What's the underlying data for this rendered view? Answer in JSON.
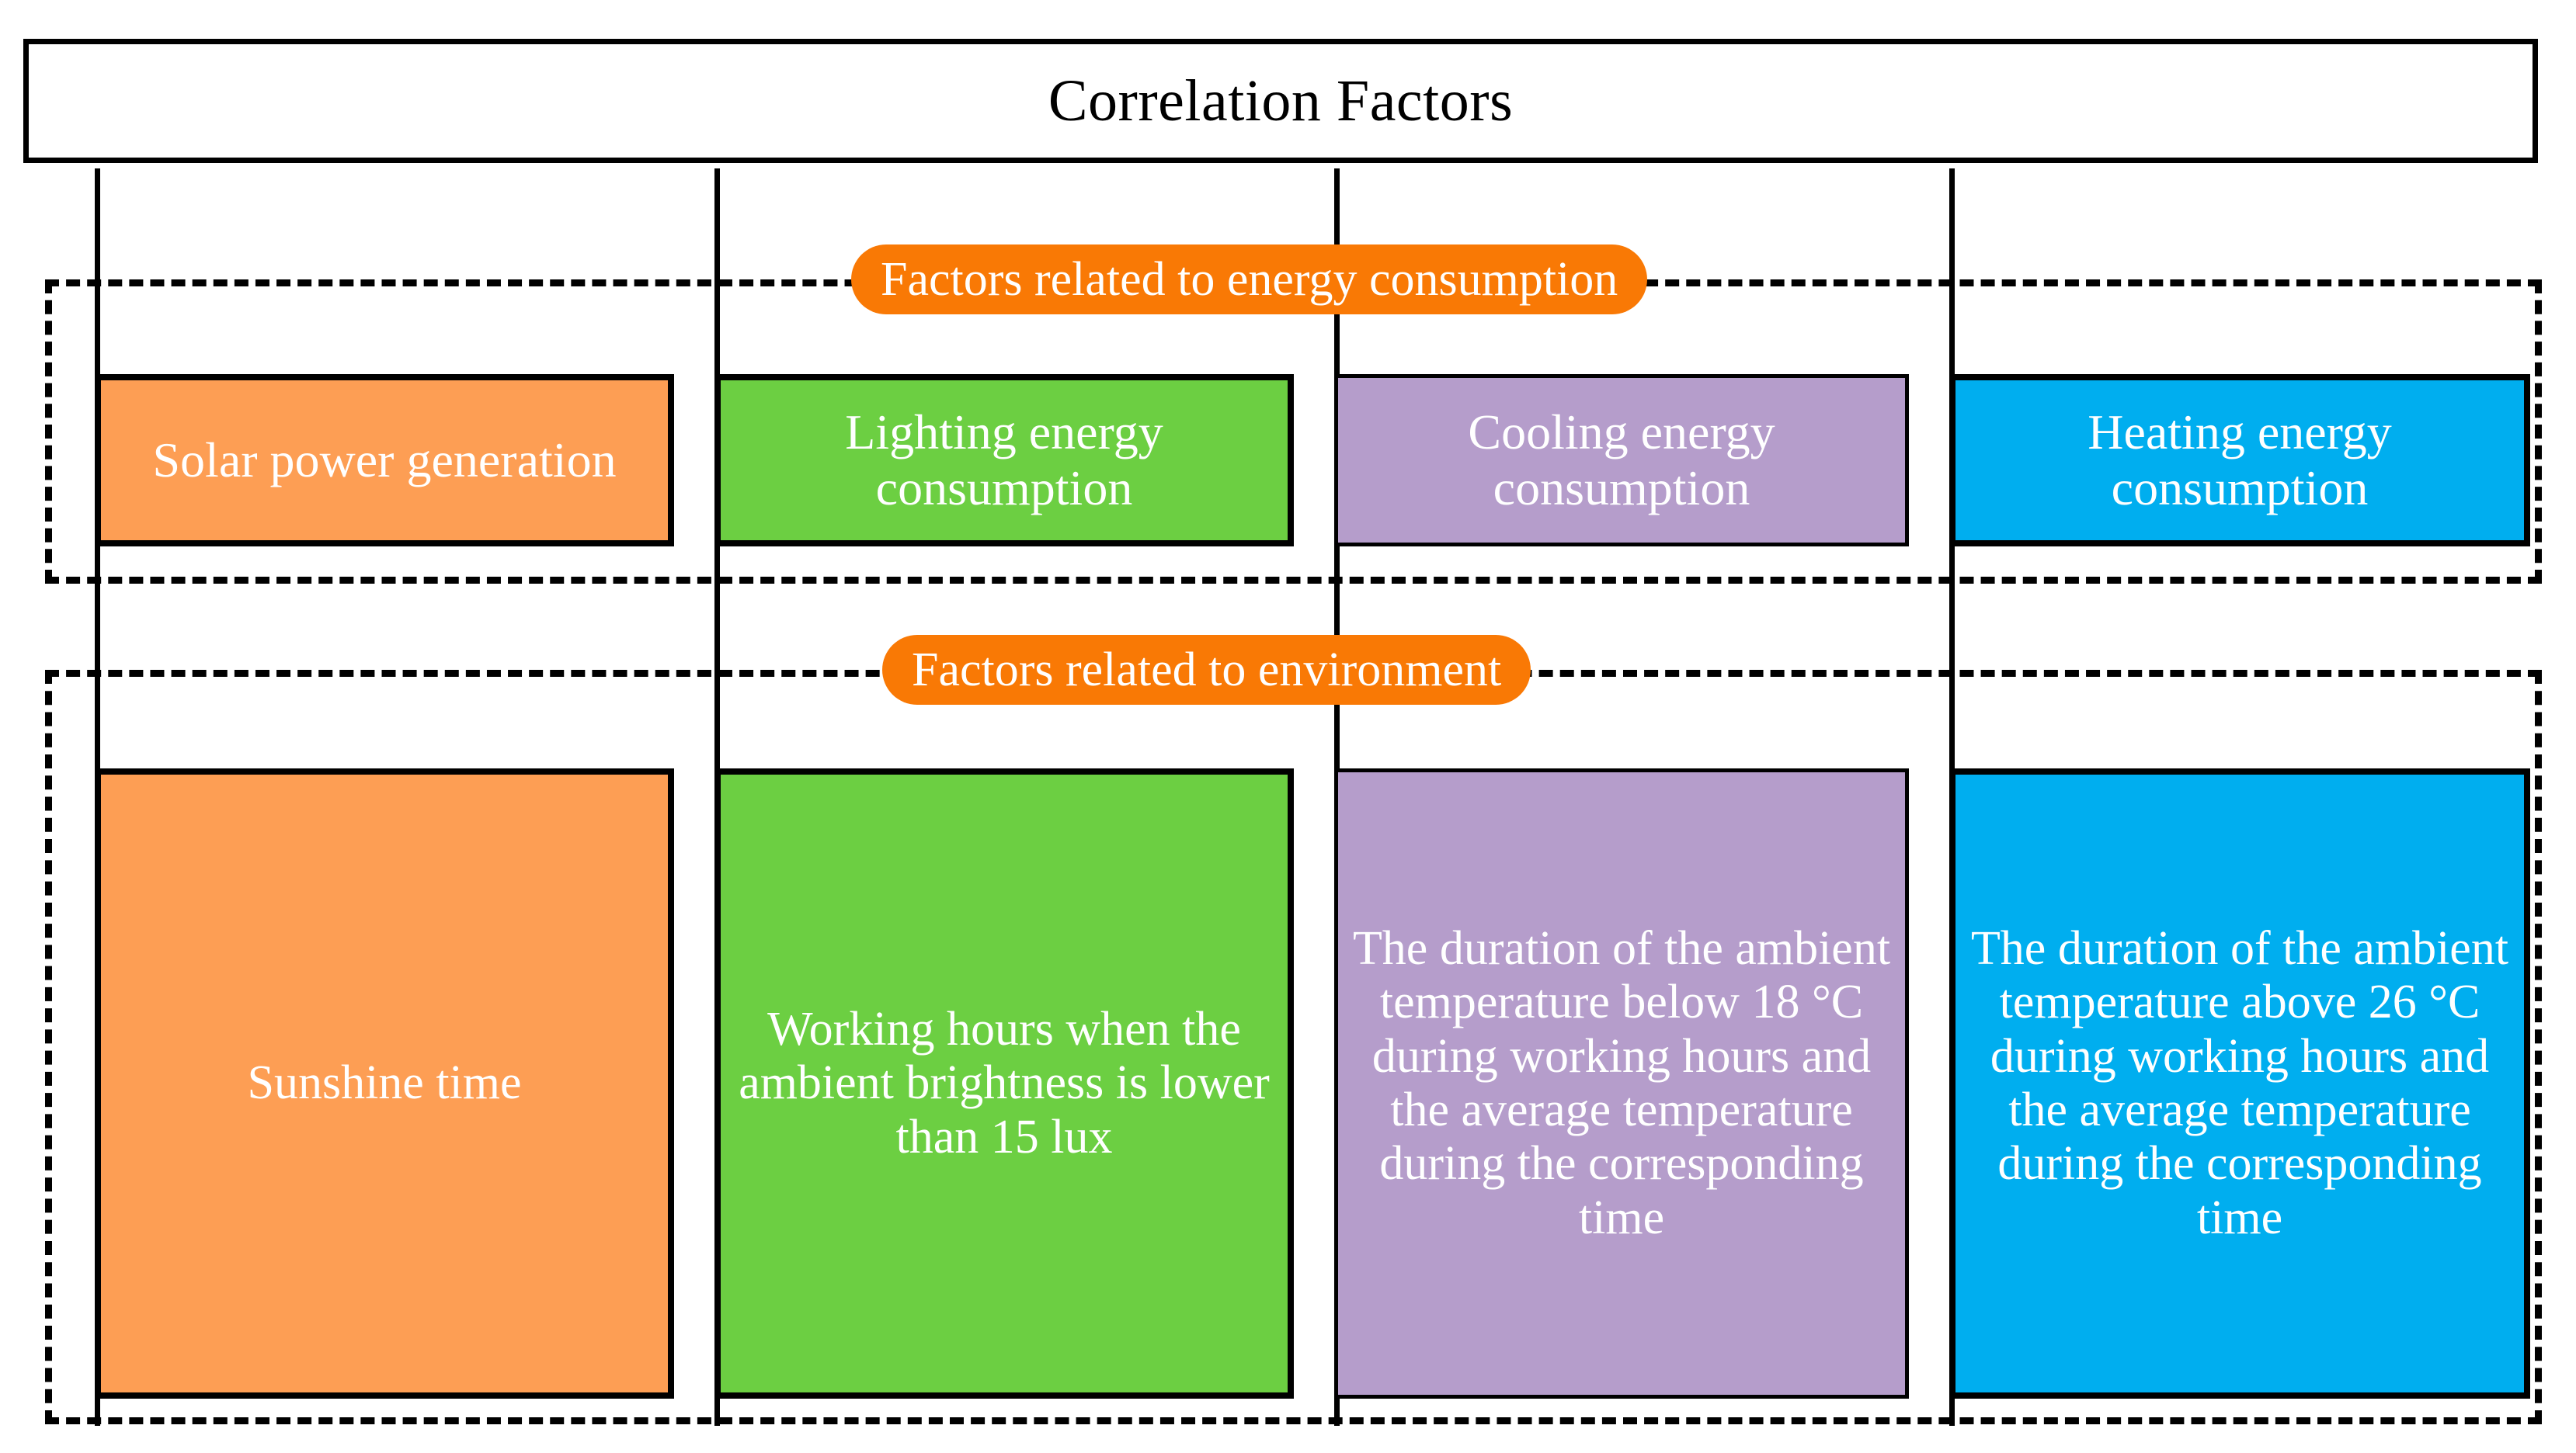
{
  "diagram": {
    "title": "Correlation Factors",
    "groups": [
      {
        "id": "energy",
        "label": "Factors related to energy consumption"
      },
      {
        "id": "environment",
        "label": "Factors related to environment"
      }
    ],
    "columns": [
      {
        "id": "solar",
        "color": "#FD9E54"
      },
      {
        "id": "lighting",
        "color": "#6CCF42"
      },
      {
        "id": "cooling",
        "color": "#B59DCB"
      },
      {
        "id": "heating",
        "color": "#00AEEF"
      }
    ],
    "energy_row": {
      "solar": "Solar power generation",
      "lighting": "Lighting energy consumption",
      "cooling": "Cooling energy consumption",
      "heating": "Heating energy consumption"
    },
    "environment_row": {
      "solar": "Sunshine time",
      "lighting": "Working hours when the ambient brightness is lower than 15 lux",
      "cooling": "The duration of the ambient temperature below 18 °C during working hours and the average temperature during the corresponding time",
      "heating": "The duration of the ambient temperature above 26 °C during working hours and the average temperature during the corresponding time"
    },
    "colors": {
      "pill_orange": "#F97905",
      "card_orange": "#FD9E54",
      "card_green": "#6CCF42",
      "card_purple": "#B59DCB",
      "card_blue": "#00AEEF",
      "stroke": "#000000",
      "text_on_card": "#FFFFFF",
      "title_text": "#000000"
    }
  }
}
